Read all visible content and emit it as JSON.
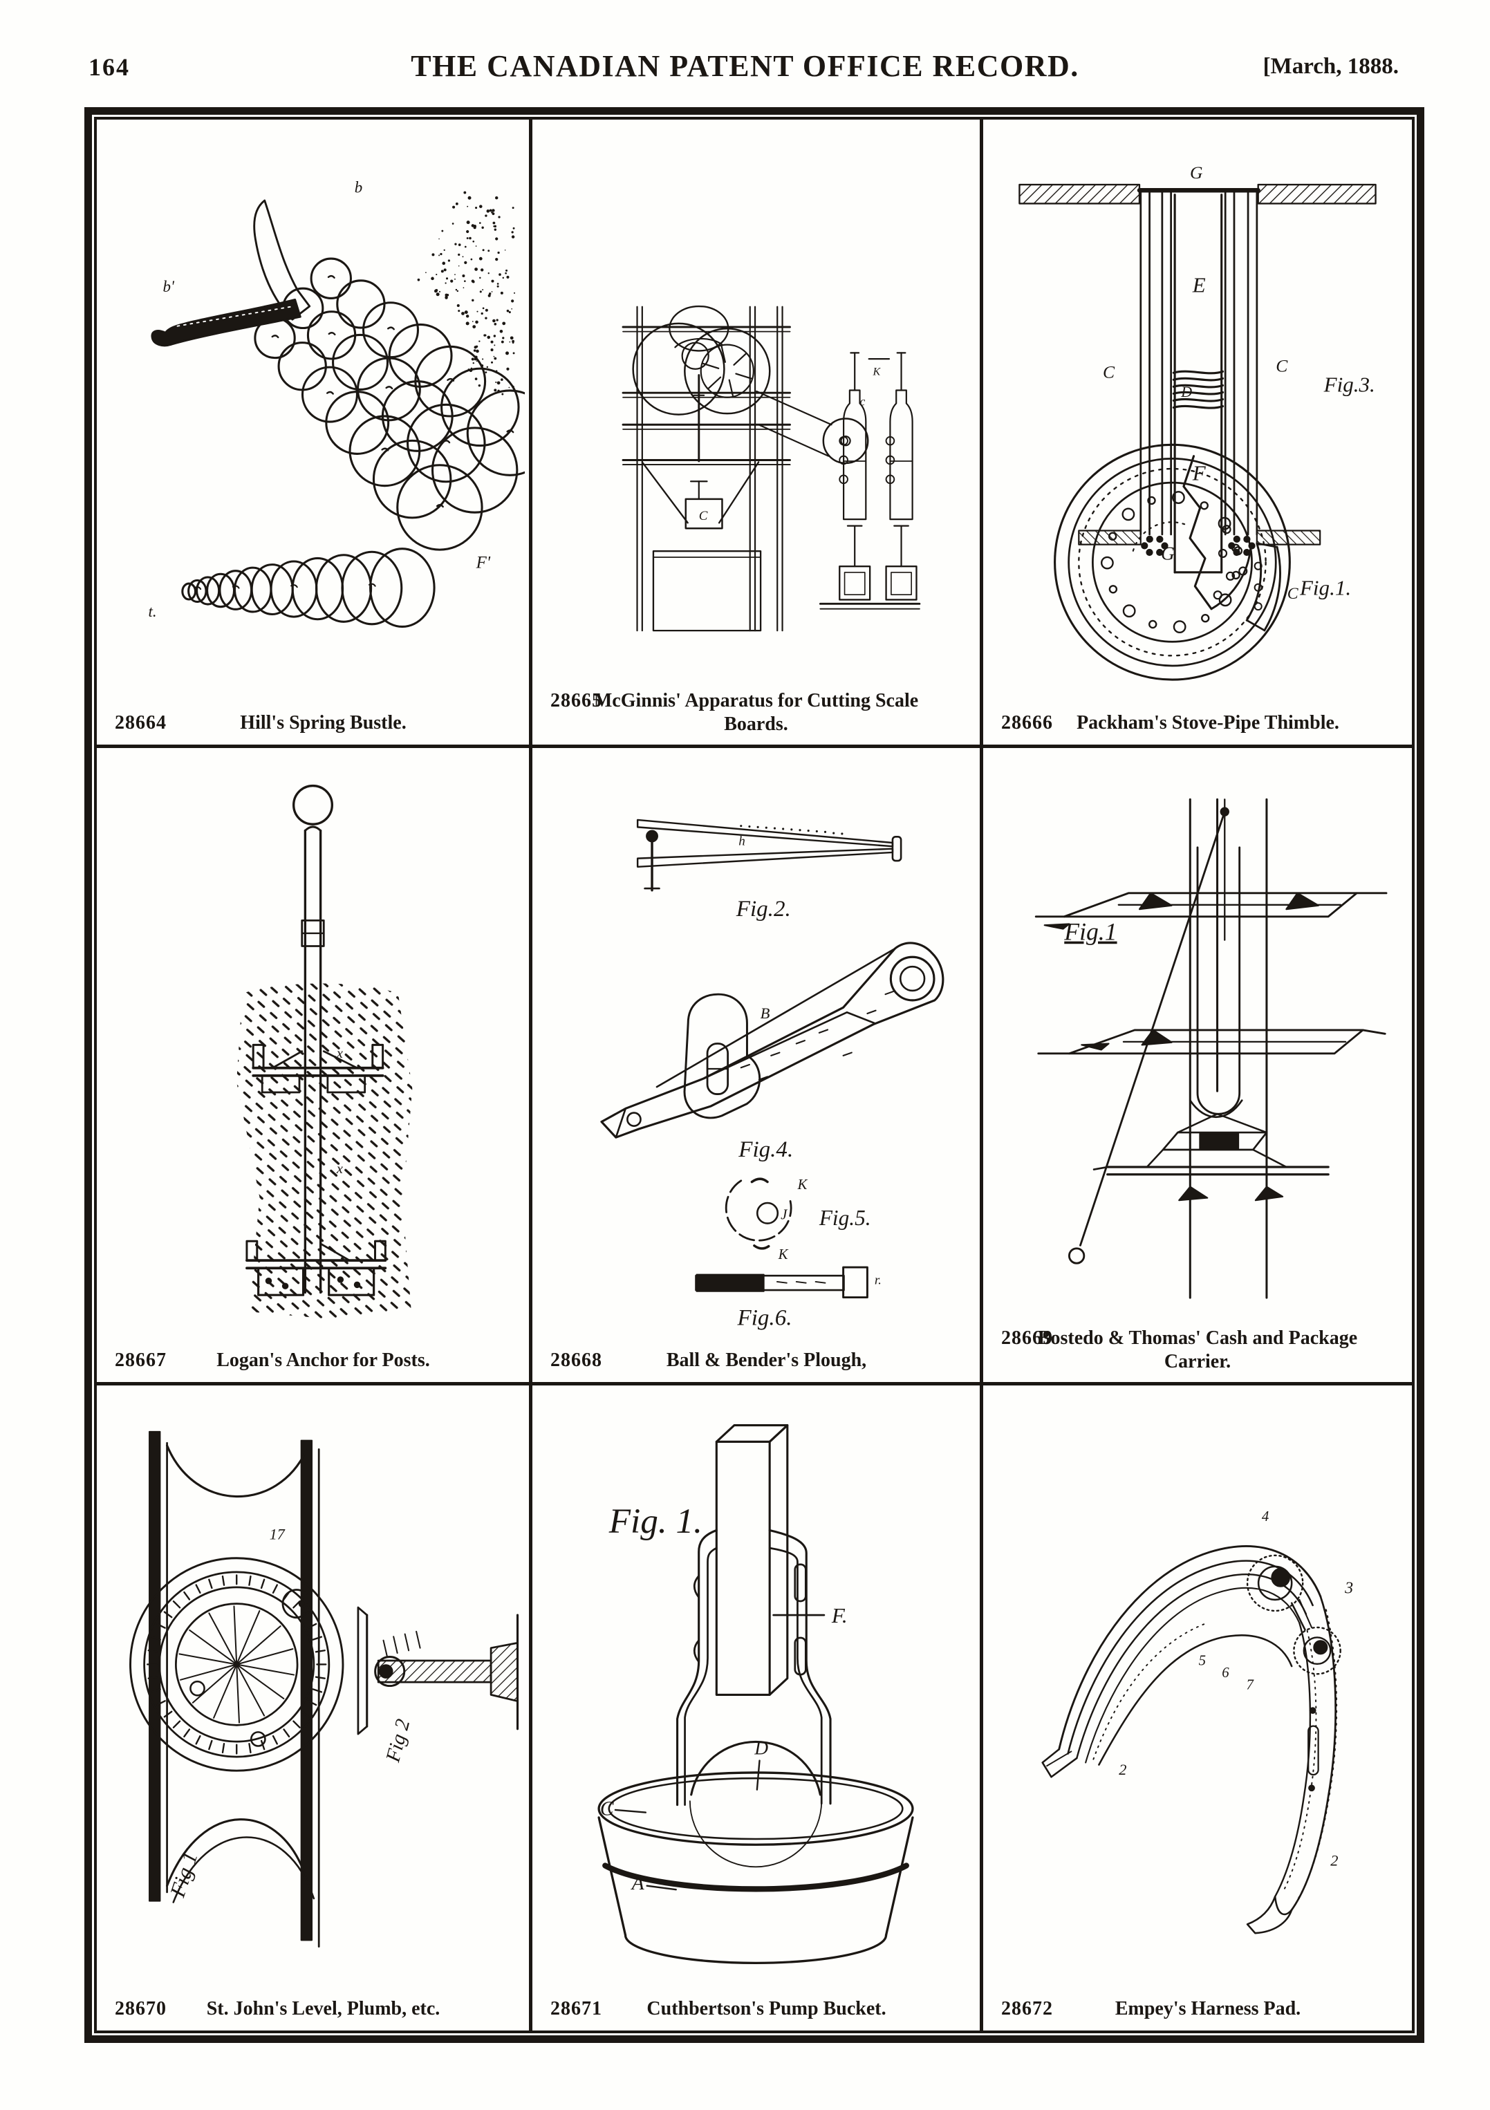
{
  "header": {
    "page_number": "164",
    "title": "THE CANADIAN PATENT OFFICE RECORD.",
    "issue": "[March, 1888."
  },
  "cells": [
    {
      "number": "28664",
      "title": "Hill's Spring Bustle."
    },
    {
      "number": "28665",
      "title": "McGinnis' Apparatus for Cutting Scale Boards."
    },
    {
      "number": "28666",
      "title": "Packham's Stove-Pipe Thimble."
    },
    {
      "number": "28667",
      "title": "Logan's Anchor for Posts."
    },
    {
      "number": "28668",
      "title": "Ball & Bender's Plough,"
    },
    {
      "number": "28669",
      "title": "Bostedo & Thomas' Cash and Package Carrier."
    },
    {
      "number": "28670",
      "title": "St. John's Level, Plumb, etc."
    },
    {
      "number": "28671",
      "title": "Cuthbertson's Pump Bucket."
    },
    {
      "number": "28672",
      "title": "Empey's Harness Pad."
    }
  ],
  "figures": {
    "bustle": {
      "lbl_b": "b",
      "lbl_b2": "b'",
      "lbl_t": "t.",
      "lbl_f": "F'"
    },
    "mcginnis": {
      "lbl_c": "C",
      "lbl_l": "c",
      "lbl_k": "K"
    },
    "packham": {
      "fig3": "Fig.3.",
      "fig1": "Fig.1.",
      "lbl_g": "G",
      "lbl_e": "E",
      "lbl_f": "F",
      "lbl_c1": "C",
      "lbl_c2": "C",
      "lbl_c3": "C",
      "lbl_d": "D",
      "lbl_g2": "G"
    },
    "logan": {
      "lbl_x": "x",
      "lbl_x2": "x"
    },
    "plough": {
      "fig2": "Fig.2.",
      "fig4": "Fig.4.",
      "fig5": "Fig.5.",
      "fig6": "Fig.6.",
      "lbl_b": "B",
      "lbl_k": "K",
      "lbl_j": "J",
      "lbl_k2": "h",
      "lbl_k3": "K",
      "lbl_r": "r."
    },
    "bostedo": {
      "fig1": "Fig.1"
    },
    "stjohn": {
      "fig1": "Fig 1",
      "fig2": "Fig 2",
      "lbl_17": "17"
    },
    "cuthbertson": {
      "fig1": "Fig. 1.",
      "lbl_f": "F.",
      "lbl_d": "D",
      "lbl_c": "C",
      "lbl_a": "A"
    },
    "empey": {
      "lbl_2": "2",
      "lbl_2b": "2",
      "lbl_3": "3",
      "lbl_4": "4",
      "lbl_5": "5",
      "lbl_6": "6",
      "lbl_7": "7"
    }
  }
}
